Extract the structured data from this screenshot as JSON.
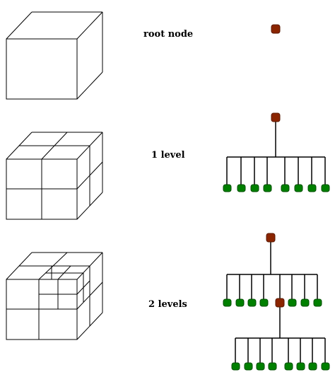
{
  "labels": {
    "root_node": "root node",
    "one_level": "1 level",
    "two_levels": "2 levels"
  },
  "colors": {
    "line": "#000000",
    "root_node": "#8b2500",
    "leaf_node": "#008000",
    "background": "#ffffff"
  }
}
